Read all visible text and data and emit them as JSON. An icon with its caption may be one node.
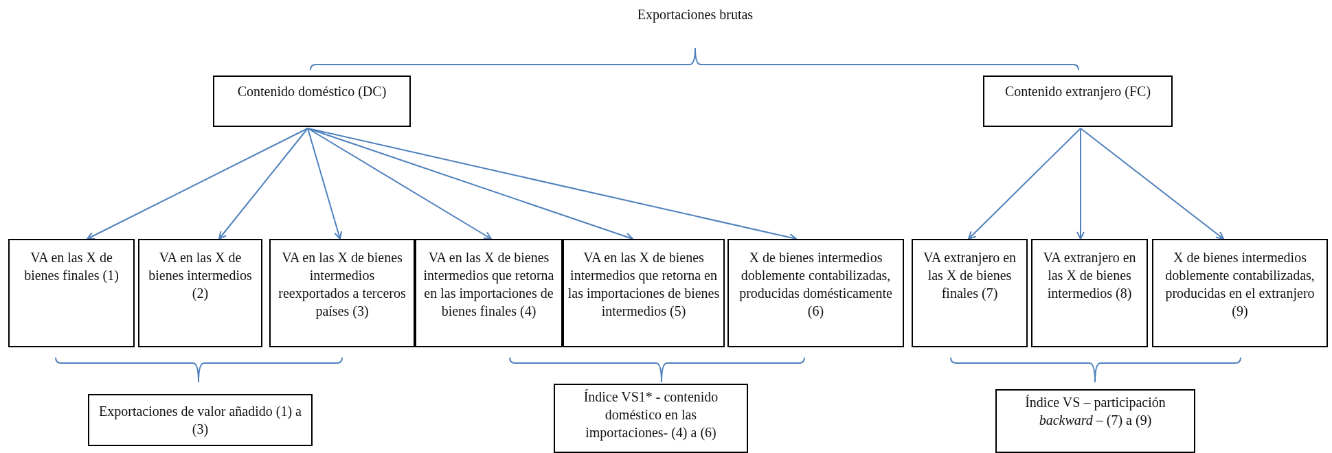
{
  "diagram": {
    "title": "Exportaciones brutas",
    "nodes": [
      {
        "text": [
          "Contenido doméstico (DC)"
        ]
      },
      {
        "text": [
          "Contenido extranjero (FC)"
        ]
      },
      {
        "text": [
          "VA en las X de bienes finales (1)"
        ]
      },
      {
        "text": [
          "VA en las X de bienes intermedios (2)"
        ]
      },
      {
        "text": [
          "VA en las X de bienes intermedios reexportados a terceros países (3)"
        ]
      },
      {
        "text": [
          "VA en las X de bienes intermedios que retorna en las importaciones de bienes finales (4)"
        ]
      },
      {
        "text": [
          "VA en las X de bienes intermedios que retorna en las importaciones de bienes intermedios (5)"
        ]
      },
      {
        "text": [
          "X de bienes intermedios doblemente contabilizadas, producidas domésticamente (6)"
        ]
      },
      {
        "text": [
          "VA extranjero en las X de bienes finales (7)"
        ]
      },
      {
        "text": [
          "VA extranjero en las X de bienes intermedios (8)"
        ]
      },
      {
        "text": [
          "X de bienes intermedios doblemente contabilizadas, producidas en el extranjero (9)"
        ]
      },
      {
        "text": [
          "Exportaciones de valor añadido (1) a (3)"
        ]
      },
      {
        "text": [
          "Índice VS1* - contenido doméstico en las importaciones- (4) a (6)"
        ]
      },
      {
        "text": [
          "Índice VS – participación *backward* – (7) a (9)"
        ]
      }
    ],
    "edges": [
      {
        "from": 0,
        "to": 2,
        "arrow": "to"
      },
      {
        "from": 0,
        "to": 3,
        "arrow": "to"
      },
      {
        "from": 0,
        "to": 4,
        "arrow": "to"
      },
      {
        "from": 0,
        "to": 5,
        "arrow": "to"
      },
      {
        "from": 0,
        "to": 6,
        "arrow": "to"
      },
      {
        "from": 0,
        "to": 7,
        "arrow": "to"
      },
      {
        "from": 1,
        "to": 8,
        "arrow": "to"
      },
      {
        "from": 1,
        "to": 9,
        "arrow": "to"
      },
      {
        "from": 1,
        "to": 10,
        "arrow": "to"
      }
    ]
  }
}
